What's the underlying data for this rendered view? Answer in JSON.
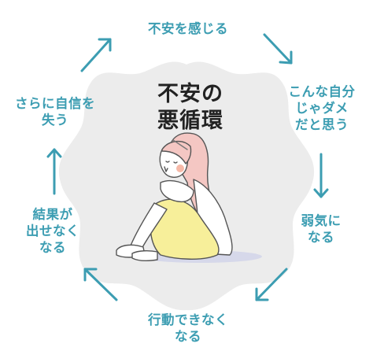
{
  "title": {
    "line1": "不安の",
    "line2": "悪循環"
  },
  "cycle": {
    "step1": {
      "line1": "不安を感じる"
    },
    "step2": {
      "line1": "こんな自分",
      "line2": "じゃダメ",
      "line3": "だと思う"
    },
    "step3": {
      "line1": "弱気に",
      "line2": "なる"
    },
    "step4": {
      "line1": "行動できなく",
      "line2": "なる"
    },
    "step5": {
      "line1": "結果が",
      "line2": "出せなく",
      "line3": "なる"
    },
    "step6": {
      "line1": "さらに自信を",
      "line2": "失う"
    }
  },
  "colors": {
    "label_text": "#3c9db2",
    "arrow": "#3c9db2",
    "blob_fill": "#ececec",
    "title_text": "#222222",
    "skirt": "#f7ef9a",
    "hair": "#f4c7c3"
  },
  "icons": [
    "arrow-right-down",
    "arrow-down",
    "arrow-left-down",
    "arrow-left-up",
    "arrow-up",
    "arrow-right-up",
    "sitting-girl-illustration"
  ]
}
